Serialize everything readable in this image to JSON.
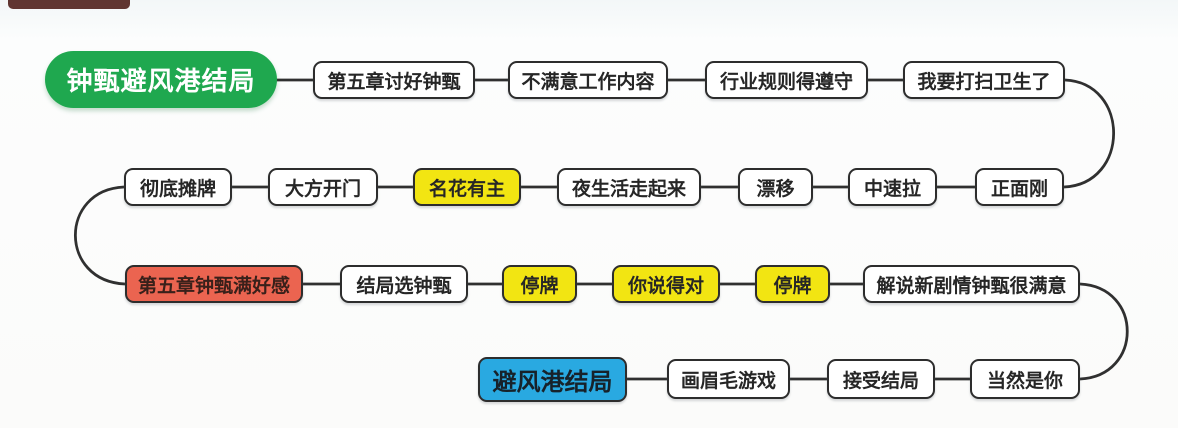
{
  "colors": {
    "green": "#1fa84f",
    "yellow": "#f2e512",
    "red": "#eb6450",
    "blue": "#29a9e1",
    "line": "#303030",
    "corner": "#532420"
  },
  "nodes": [
    {
      "id": "start",
      "label": "钟甄避风港结局",
      "variant": "start"
    },
    {
      "id": "ch5-please",
      "label": "第五章讨好钟甄",
      "variant": "plain"
    },
    {
      "id": "unsatisfied-work",
      "label": "不满意工作内容",
      "variant": "plain"
    },
    {
      "id": "industry-rules",
      "label": "行业规则得遵守",
      "variant": "plain"
    },
    {
      "id": "cleaning-up",
      "label": "我要打扫卫生了",
      "variant": "plain"
    },
    {
      "id": "head-on",
      "label": "正面刚",
      "variant": "plain"
    },
    {
      "id": "medium-pull",
      "label": "中速拉",
      "variant": "plain"
    },
    {
      "id": "drift",
      "label": "漂移",
      "variant": "plain"
    },
    {
      "id": "nightlife",
      "label": "夜生活走起来",
      "variant": "plain"
    },
    {
      "id": "already-taken",
      "label": "名花有主",
      "variant": "yellow"
    },
    {
      "id": "open-door",
      "label": "大方开门",
      "variant": "plain"
    },
    {
      "id": "lay-cards",
      "label": "彻底摊牌",
      "variant": "plain"
    },
    {
      "id": "ch5-full-favor",
      "label": "第五章钟甄满好感",
      "variant": "red"
    },
    {
      "id": "ending-choose",
      "label": "结局选钟甄",
      "variant": "plain"
    },
    {
      "id": "stop-card-1",
      "label": "停牌",
      "variant": "yellow"
    },
    {
      "id": "you-are-right",
      "label": "你说得对",
      "variant": "yellow"
    },
    {
      "id": "stop-card-2",
      "label": "停牌",
      "variant": "yellow"
    },
    {
      "id": "commentary-satisfied",
      "label": "解说新剧情钟甄很满意",
      "variant": "plain"
    },
    {
      "id": "of-course-you",
      "label": "当然是你",
      "variant": "plain"
    },
    {
      "id": "accept-ending",
      "label": "接受结局",
      "variant": "plain"
    },
    {
      "id": "eyebrow-game",
      "label": "画眉毛游戏",
      "variant": "plain"
    },
    {
      "id": "haven-ending",
      "label": "避风港结局",
      "variant": "blue"
    }
  ]
}
